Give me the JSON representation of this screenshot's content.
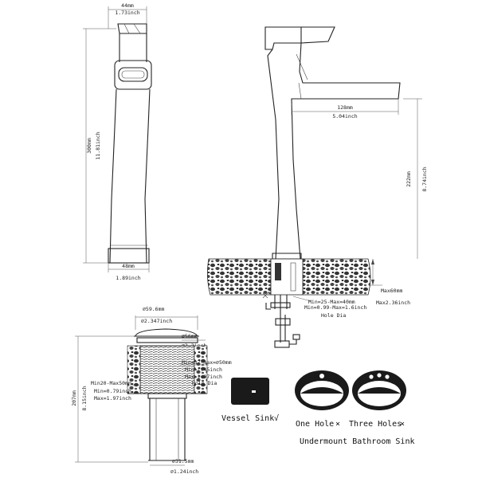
{
  "side_view": {
    "top_width_mm": "44mm",
    "top_width_in": "1.73inch",
    "height_mm": "300mm",
    "height_in": "11.81inch",
    "base_width_mm": "48mm",
    "base_width_in": "1.89inch"
  },
  "front_view": {
    "spout_reach_mm": "128mm",
    "spout_reach_in": "5.04inch",
    "spout_height_mm": "222mm",
    "spout_height_in": "8.74inch",
    "max_thickness_mm": "Max60mm",
    "max_thickness_in": "Max2.36inch",
    "hole_range_mm": "Min=25-Max=40mm",
    "hole_range_in": "Min=0.99-Max=1.6inch",
    "hole_label": "Hole Dia"
  },
  "drain": {
    "cap_dia_mm": "⌀59.6mm",
    "cap_dia_in": "⌀2.347inch",
    "flange_dia_mm": "⌀56mm",
    "flange_dia_in": "⌀2.2inch",
    "hole_range_mm": "Min=37-max=⌀50mm",
    "hole_min_in": "Min=1.45inch",
    "hole_max_in": "Max=1.97inch",
    "hole_label": "Hole Dia",
    "thickness_range_mm": "Min20-Max50mm",
    "thickness_min_in": "Min=0.79inch",
    "thickness_max_in": "Max=1.97inch",
    "length_mm": "207mm",
    "length_in": "8.15inch",
    "pipe_dia_mm": "⌀31.5mm",
    "pipe_dia_in": "⌀1.24inch"
  },
  "sink_types": {
    "vessel_label": "Vessel Sink",
    "vessel_mark": "√",
    "one_hole_label": "One Hole",
    "three_holes_label": "Three Holes",
    "cross_mark": "×",
    "caption": "Undermount Bathroom Sink"
  }
}
